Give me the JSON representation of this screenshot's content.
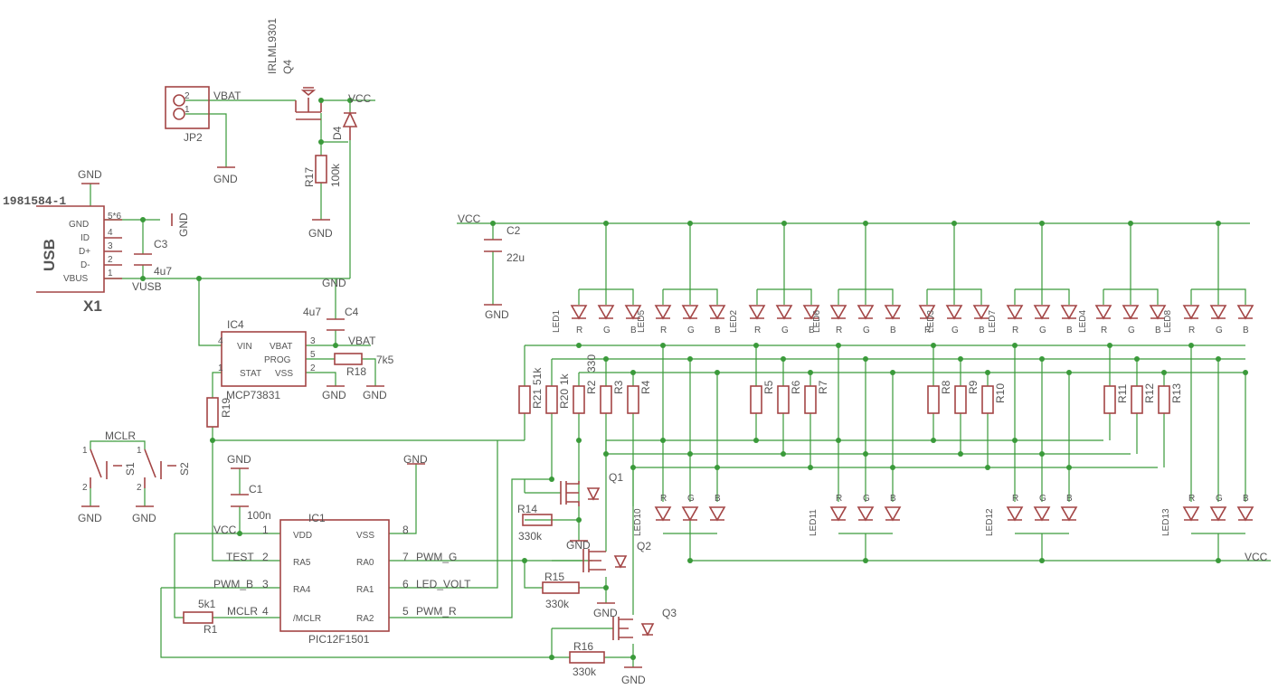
{
  "colors": {
    "wire": "#3a9a3a",
    "symbol": "#a34545",
    "text": "#555555",
    "background": "#ffffff"
  },
  "parts": {
    "x1": {
      "mpn": "1981584-1",
      "connector": "USB",
      "ref": "X1",
      "pins": [
        "GND",
        "ID",
        "D+",
        "D-",
        "VBUS"
      ],
      "pin_numbers": [
        "5*6",
        "4",
        "3",
        "2",
        "1"
      ]
    },
    "jp2": {
      "ref": "JP2",
      "pins": [
        "2",
        "1"
      ]
    },
    "q4": {
      "ref": "Q4",
      "value": "IRLML9301"
    },
    "d4": {
      "ref": "D4"
    },
    "r17": {
      "ref": "R17",
      "value": "100k"
    },
    "c3": {
      "ref": "C3",
      "value": "4u7"
    },
    "c4": {
      "ref": "C4",
      "value": "4u7"
    },
    "ic4": {
      "ref": "IC4",
      "value": "MCP73831",
      "pins_left": [
        "VIN",
        "STAT"
      ],
      "pins_right": [
        "VBAT",
        "PROG",
        "VSS"
      ],
      "pin_numbers": [
        "4",
        "1",
        "3",
        "5",
        "2"
      ]
    },
    "r18": {
      "ref": "R18",
      "value": "7k5"
    },
    "r19": {
      "ref": "R19"
    },
    "s1": {
      "ref": "S1",
      "pins": [
        "1",
        "2"
      ]
    },
    "s2": {
      "ref": "S2",
      "pins": [
        "1",
        "2"
      ]
    },
    "c1": {
      "ref": "C1",
      "value": "100n"
    },
    "ic1": {
      "ref": "IC1",
      "value": "PIC12F1501",
      "pins_left": [
        "VDD",
        "RA5",
        "RA4",
        "/MCLR"
      ],
      "pins_right": [
        "VSS",
        "RA0",
        "RA1",
        "RA2"
      ],
      "pin_numbers_left": [
        "1",
        "2",
        "3",
        "4"
      ],
      "pin_numbers_right": [
        "8",
        "7",
        "6",
        "5"
      ]
    },
    "r1": {
      "ref": "R1",
      "value": "5k1"
    },
    "c2": {
      "ref": "C2",
      "value": "22u"
    },
    "r20": {
      "ref": "R20",
      "value": "1k"
    },
    "r21": {
      "ref": "R21",
      "value": "51k"
    },
    "r2": {
      "ref": "R2",
      "value": "330"
    },
    "r_small": [
      "R3",
      "R4",
      "R5",
      "R6",
      "R7",
      "R8",
      "R9",
      "R10",
      "R11",
      "R12",
      "R13"
    ],
    "q1": {
      "ref": "Q1"
    },
    "q2": {
      "ref": "Q2"
    },
    "q3": {
      "ref": "Q3"
    },
    "r14": {
      "ref": "R14",
      "value": "330k"
    },
    "r15": {
      "ref": "R15",
      "value": "330k"
    },
    "r16": {
      "ref": "R16",
      "value": "330k"
    },
    "leds_top": [
      "LED1",
      "LED5",
      "LED2",
      "LED6",
      "LED3",
      "LED7",
      "LED4",
      "LED8"
    ],
    "leds_bottom": [
      "LED10",
      "LED11",
      "LED12",
      "LED13"
    ],
    "led_pin_letters": [
      "R",
      "G",
      "B"
    ]
  },
  "nets": {
    "vbat": "VBAT",
    "vcc": "VCC",
    "gnd": "GND",
    "vusb": "VUSB",
    "mclr": "MCLR",
    "test": "TEST",
    "pwm_b": "PWM_B",
    "pwm_g": "PWM_G",
    "pwm_r": "PWM_R",
    "led_volt": "LED_VOLT"
  }
}
